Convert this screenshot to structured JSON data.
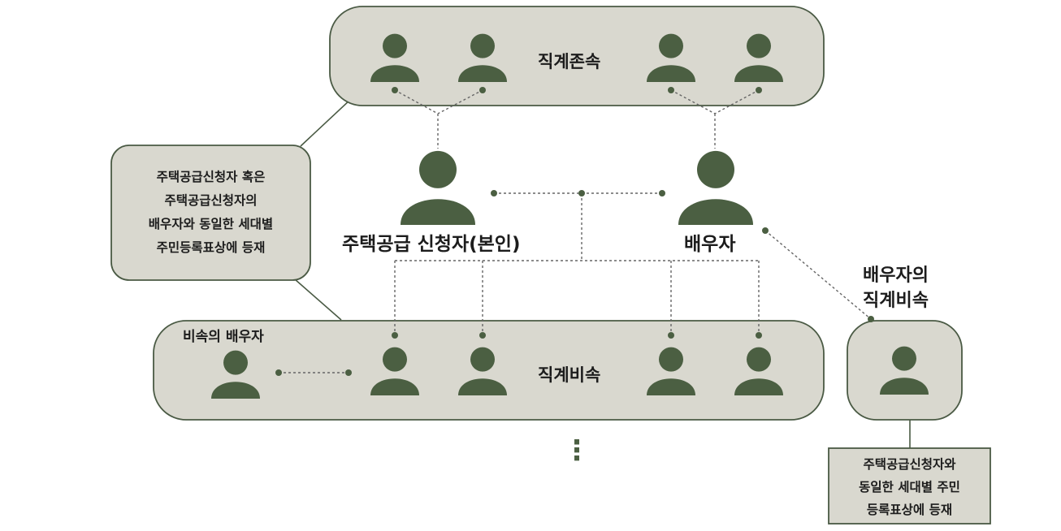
{
  "colors": {
    "box_fill": "#d9d8cf",
    "box_stroke": "#4a5a44",
    "person": "#4b5f42",
    "dotted_line": "#666666"
  },
  "diagram": {
    "ascendants_label": "직계존속",
    "descendants_label": "직계비속",
    "applicant_label": "주택공급 신청자(본인)",
    "spouse_label": "배우자",
    "descendant_spouse_label": "비속의 배우자",
    "spouse_descendant_label": [
      "배우자의",
      "직계비속"
    ],
    "left_note": [
      "주택공급신청자 혹은",
      "주택공급신청자의",
      "배우자와 동일한 세대별",
      "주민등록표상에 등재"
    ],
    "right_note": [
      "주택공급신청자와",
      "동일한 세대별 주민",
      "등록표상에 등재"
    ],
    "continuation": "⋮"
  }
}
